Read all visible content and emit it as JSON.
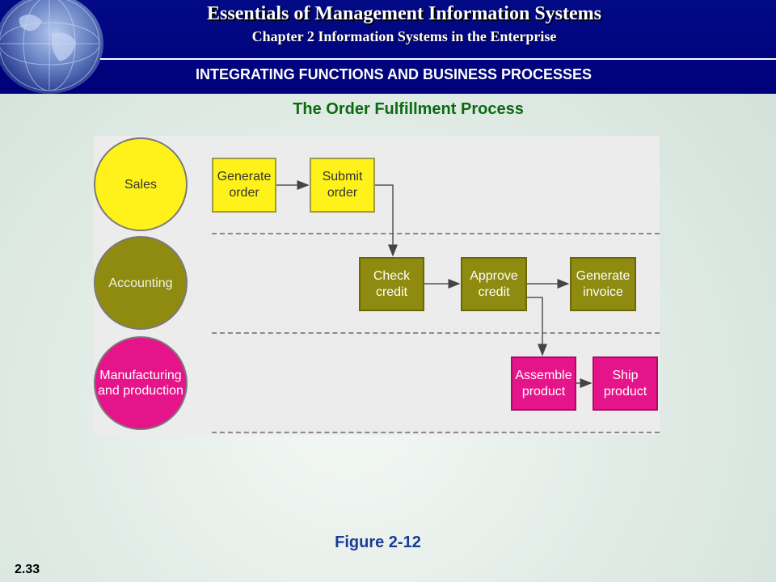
{
  "header": {
    "title": "Essentials of Management Information Systems",
    "chapter": "Chapter 2 Information Systems in the Enterprise",
    "section": "INTEGRATING FUNCTIONS AND BUSINESS PROCESSES"
  },
  "slide": {
    "subtitle": "The Order Fulfillment Process",
    "figure_caption": "Figure 2-12",
    "page_number": "2.33"
  },
  "diagram": {
    "lanes": [
      {
        "label": "Sales",
        "color": "#fff21a"
      },
      {
        "label": "Accounting",
        "color": "#8f8a10"
      },
      {
        "label": "Manufacturing and production",
        "color": "#e6148a"
      }
    ],
    "steps": [
      {
        "id": "generate-order",
        "label": "Generate order",
        "lane": "Sales"
      },
      {
        "id": "submit-order",
        "label": "Submit order",
        "lane": "Sales"
      },
      {
        "id": "check-credit",
        "label": "Check credit",
        "lane": "Accounting"
      },
      {
        "id": "approve-credit",
        "label": "Approve credit",
        "lane": "Accounting"
      },
      {
        "id": "generate-invoice",
        "label": "Generate invoice",
        "lane": "Accounting"
      },
      {
        "id": "assemble-product",
        "label": "Assemble product",
        "lane": "Manufacturing and production"
      },
      {
        "id": "ship-product",
        "label": "Ship product",
        "lane": "Manufacturing and production"
      }
    ],
    "flows": [
      {
        "from": "generate-order",
        "to": "submit-order"
      },
      {
        "from": "submit-order",
        "to": "check-credit"
      },
      {
        "from": "check-credit",
        "to": "approve-credit"
      },
      {
        "from": "approve-credit",
        "to": "generate-invoice"
      },
      {
        "from": "approve-credit",
        "to": "assemble-product"
      },
      {
        "from": "assemble-product",
        "to": "ship-product"
      }
    ]
  }
}
